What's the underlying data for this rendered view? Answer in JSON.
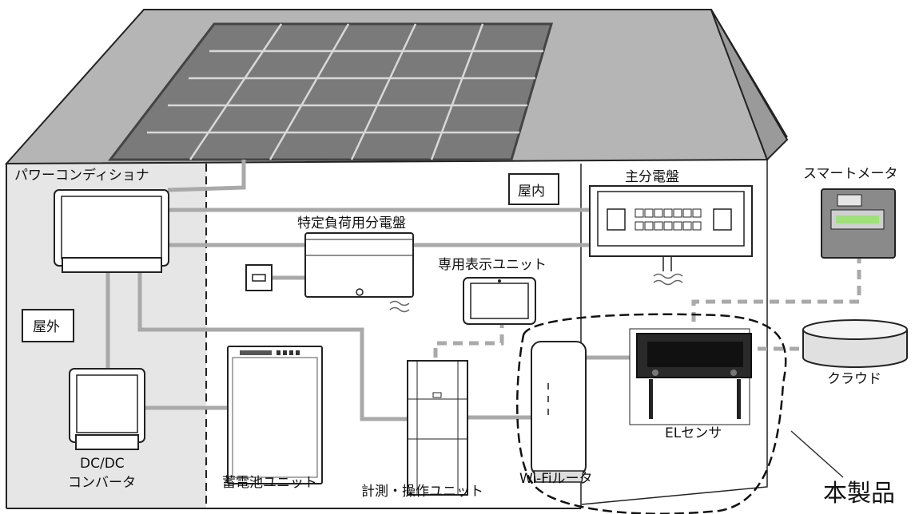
{
  "labels": {
    "power_conditioner": "パワーコンディショナ",
    "indoor": "屋内",
    "main_panel": "主分電盤",
    "smart_meter": "スマートメータ",
    "specific_load_panel": "特定負荷用分電盤",
    "display_unit": "専用表示ユニット",
    "outdoor": "屋外",
    "cloud": "クラウド",
    "el_sensor": "ELセンサ",
    "dcdc_line1": "DC/DC",
    "dcdc_line2": "コンバータ",
    "battery_unit": "蓄電池ユニット",
    "measure_unit": "計測・操作ユニット",
    "wifi_router": "Wi-Fiルータ",
    "this_product": "本製品"
  }
}
